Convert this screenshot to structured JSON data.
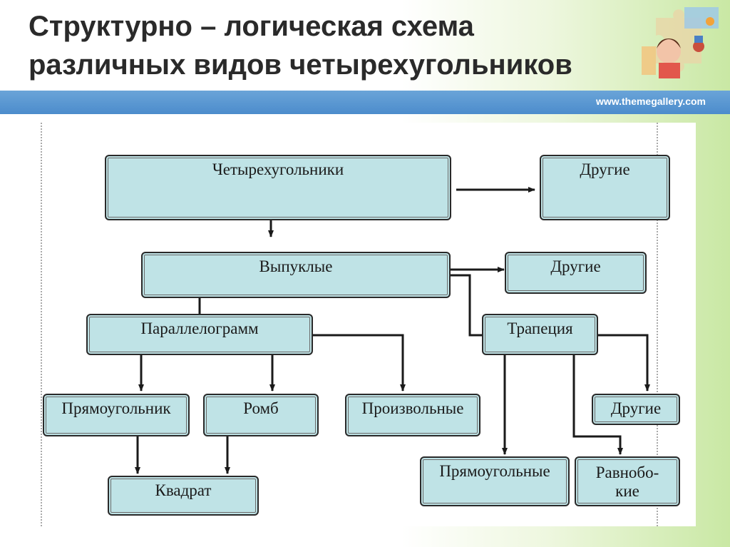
{
  "slide": {
    "title": "Структурно – логическая схема\nразличных видов четырехугольников",
    "url": "www.themegallery.com"
  },
  "diagram": {
    "nodes": {
      "quadrilaterals": "Четырехугольники",
      "other_top": "Другие",
      "convex": "Выпуклые",
      "other_convex": "Другие",
      "parallelogram": "Параллелограмм",
      "trapezoid": "Трапеция",
      "rectangle": "Прямоугольник",
      "rhombus": "Ромб",
      "arbitrary": "Произвольные",
      "other_trapezoid": "Другие",
      "square": "Квадрат",
      "right_trapezoids": "Прямоугольные",
      "isosceles_line1": "Равнобо-",
      "isosceles_line2": "кие"
    }
  },
  "colors": {
    "node_fill": "#bfe3e6",
    "band": "#4c8ccc",
    "arrow": "#1a1a1a"
  }
}
